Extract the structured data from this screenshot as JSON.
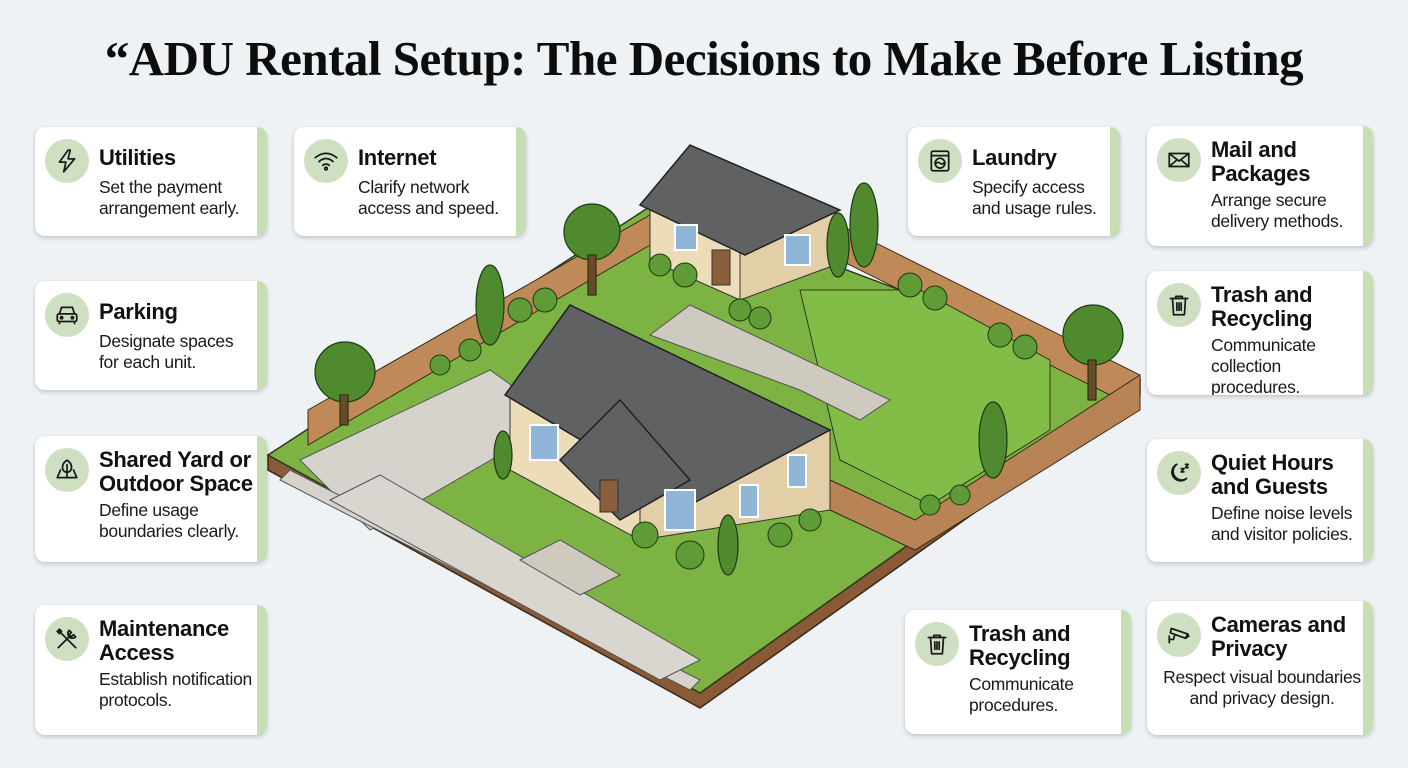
{
  "title": "“ADU Rental Setup: The Decisions to Make Before Listing",
  "colors": {
    "background": "#eef2f4",
    "card": "#ffffff",
    "accent_stripe": "#c7ddb3",
    "icon_circle": "#cfe0c2",
    "lawn": "#7cb342",
    "roof": "#5f6163",
    "wall": "#ecdcb8",
    "fence": "#b98455"
  },
  "illustration": {
    "description": "Isometric lot with main house, backyard ADU cottage, fenced yard, driveway, sidewalk and stone paths"
  },
  "cards": {
    "utilities": {
      "icon": "lightning-bolt-icon",
      "title": "Utilities",
      "desc": "Set the payment arrangement early."
    },
    "internet": {
      "icon": "wifi-icon",
      "title": "Internet",
      "desc": "Clarify network access and speed."
    },
    "parking": {
      "icon": "car-icon",
      "title": "Parking",
      "desc": "Designate spaces for each unit."
    },
    "yard": {
      "icon": "tree-yard-icon",
      "title": "Shared Yard or Outdoor Space",
      "desc": "Define usage boundaries clearly."
    },
    "maintenance": {
      "icon": "wrench-screwdriver-icon",
      "title": "Maintenance Access",
      "desc": "Establish notification protocols."
    },
    "laundry": {
      "icon": "washing-machine-icon",
      "title": "Laundry",
      "desc": "Specify access and usage rules."
    },
    "mail": {
      "icon": "envelope-icon",
      "title": "Mail and Packages",
      "desc": "Arrange secure delivery methods."
    },
    "trash_right": {
      "icon": "trash-can-icon",
      "title": "Trash and Recycling",
      "desc": "Communicate collection procedures."
    },
    "quiet": {
      "icon": "moon-sleep-icon",
      "title": "Quiet Hours and Guests",
      "desc": "Define noise levels and visitor policies."
    },
    "trash_bottom": {
      "icon": "trash-can-icon",
      "title": "Trash and Recycling",
      "desc": "Communicate procedures."
    },
    "cameras": {
      "icon": "security-camera-icon",
      "title": "Cameras and Privacy",
      "desc": "Respect visual boundaries and privacy design."
    }
  }
}
